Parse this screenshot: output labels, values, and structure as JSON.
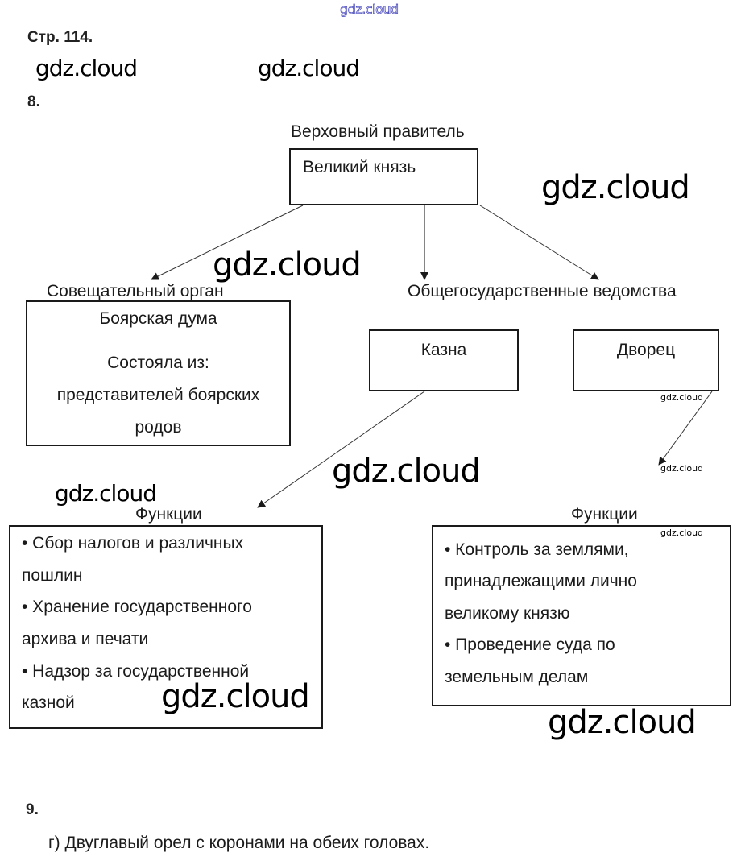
{
  "watermark": {
    "top": "gdz.cloud",
    "text": "gdz.cloud"
  },
  "page_ref": "Стр. 114.",
  "task8": {
    "number": "8.",
    "supreme": {
      "caption": "Верховный правитель",
      "title": "Великий князь"
    },
    "advisory": {
      "caption": "Совещательный орган",
      "title": "Боярская дума",
      "lines": [
        "Состояла из:",
        "представителей боярских",
        "родов"
      ]
    },
    "departments": {
      "caption": "Общегосударственные ведомства",
      "treasury": "Казна",
      "palace": "Дворец"
    },
    "treasury_functions": {
      "caption": "Функции",
      "lines": [
        "• Сбор налогов и различных",
        "пошлин",
        "• Хранение государственного",
        "архива и печати",
        "• Надзор за государственной",
        "казной"
      ]
    },
    "palace_functions": {
      "caption": "Функции",
      "lines": [
        "• Контроль за землями,",
        "принадлежащими лично",
        "великому князю",
        "• Проведение суда по",
        "земельным делам"
      ]
    }
  },
  "task9": {
    "number": "9.",
    "answer": "г) Двуглавый орел с коронами на обеих головах."
  }
}
